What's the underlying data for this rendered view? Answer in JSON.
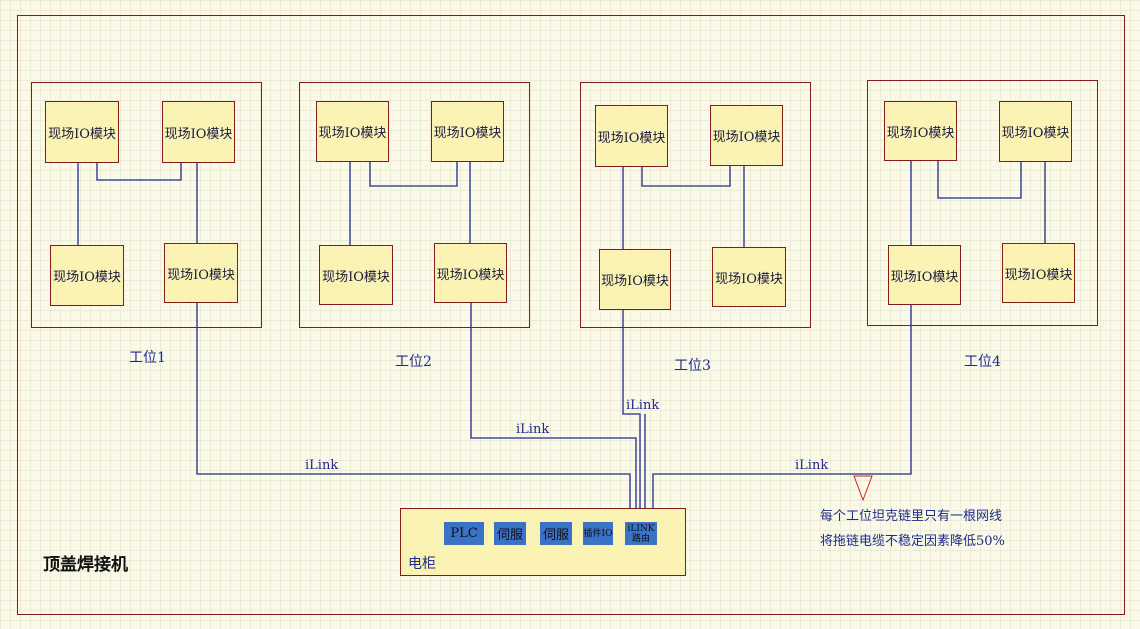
{
  "diagram": {
    "title": "顶盖焊接机",
    "module_label": "现场IO模块",
    "stations": [
      {
        "label": "工位1"
      },
      {
        "label": "工位2"
      },
      {
        "label": "工位3"
      },
      {
        "label": "工位4"
      }
    ],
    "link_label": "iLink",
    "cabinet": {
      "label": "电柜",
      "blocks": {
        "plc": "PLC",
        "servo1": "伺服",
        "servo2": "伺服",
        "io": "插件IO",
        "router_line1": "iLINK",
        "router_line2": "路由"
      }
    },
    "notes": [
      "每个工位坦克链里只有一根网线",
      "将拖链电缆不稳定因素降低50%"
    ],
    "colors": {
      "border": "#8b1a1a",
      "module_fill": "#fbf3b4",
      "wire": "#1e2a8c",
      "block_fill": "#3a72c8",
      "warning_triangle": "#cc2222"
    }
  }
}
